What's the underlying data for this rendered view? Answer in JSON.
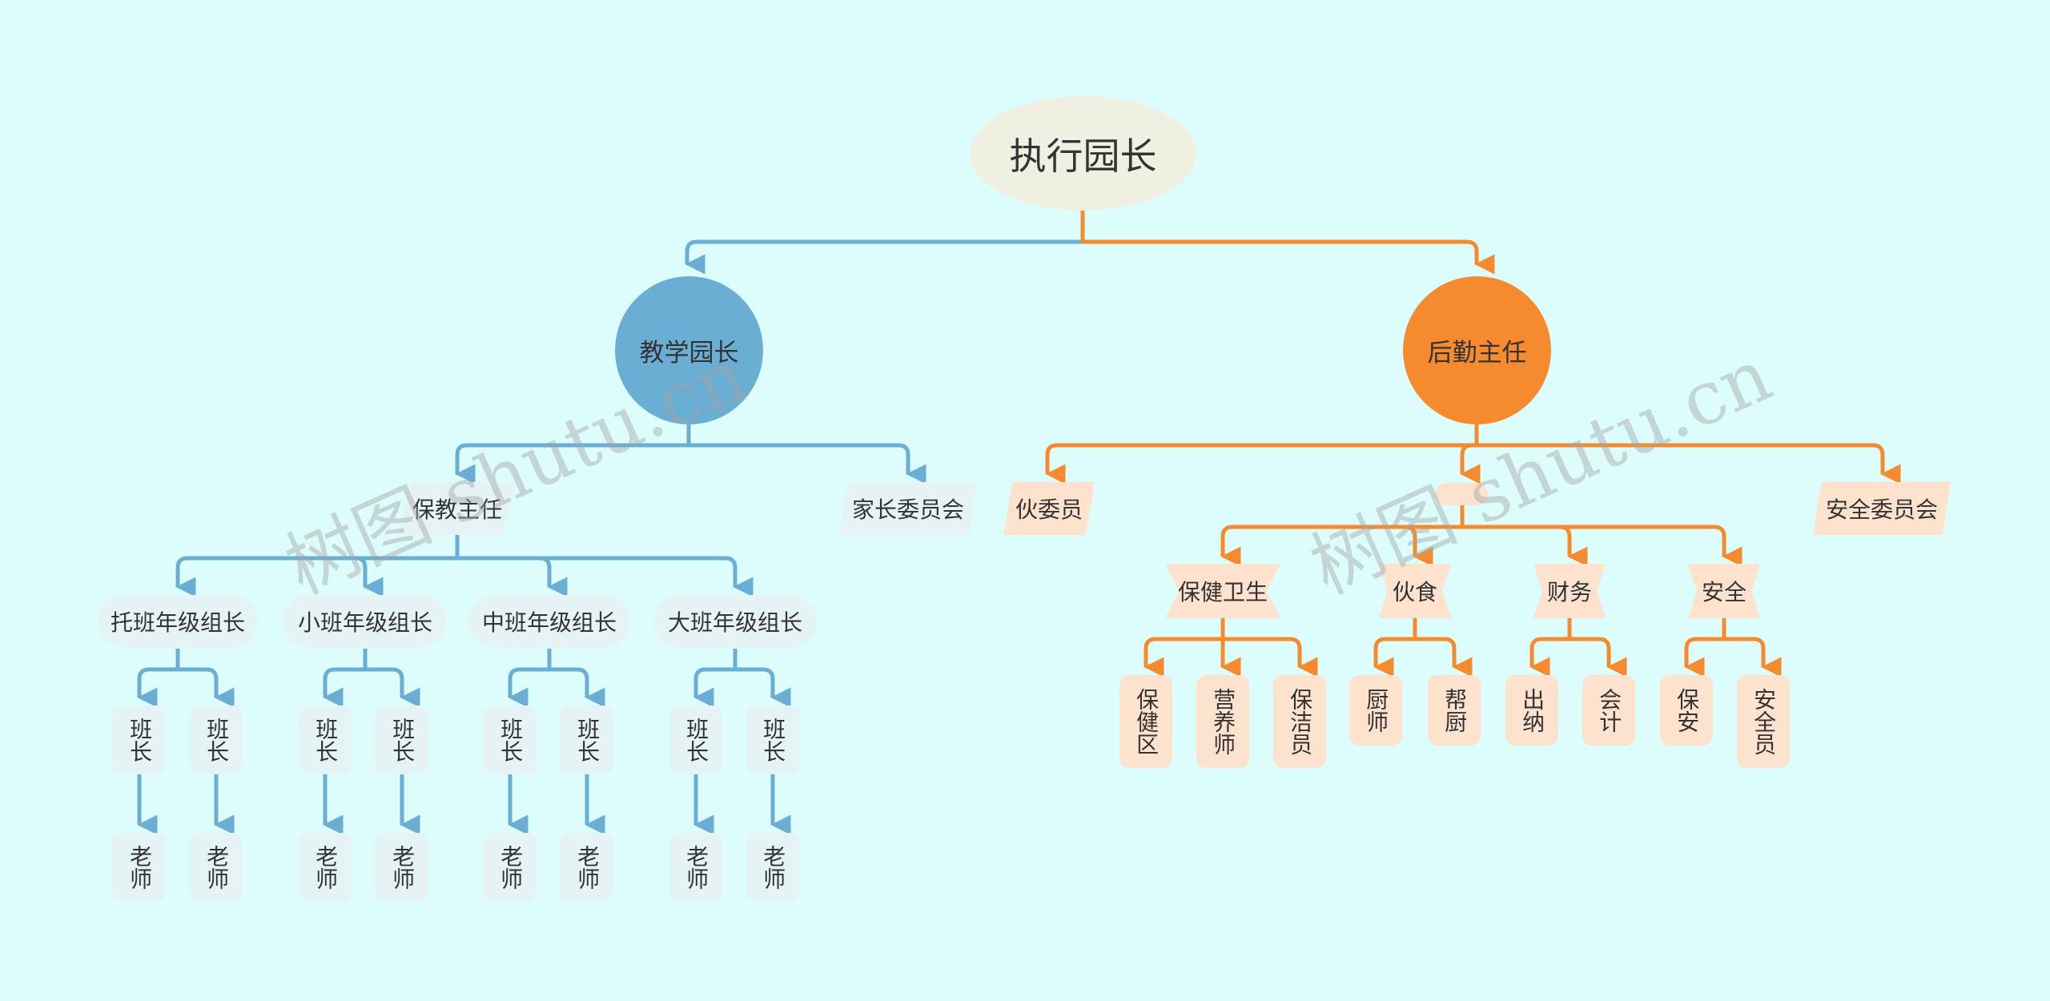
{
  "root": {
    "label": "执行园长"
  },
  "teaching": {
    "label": "教学园长",
    "head": "保教主任",
    "committee": "家长委员会",
    "grades": [
      "托班年级组长",
      "小班年级组长",
      "中班年级组长",
      "大班年级组长"
    ],
    "monitor_label": "班长",
    "teacher_label": "老师"
  },
  "logistics": {
    "label": "后勤主任",
    "left": "伙委员",
    "middle": "",
    "right": "安全委员会",
    "groups": [
      {
        "label": "保健卫生",
        "children": [
          "保健区",
          "营养师",
          "保洁员"
        ]
      },
      {
        "label": "伙食",
        "children": [
          "厨师",
          "帮厨"
        ]
      },
      {
        "label": "财务",
        "children": [
          "出纳",
          "会计"
        ]
      },
      {
        "label": "安全",
        "children": [
          "保安",
          "安全员"
        ]
      }
    ]
  },
  "watermark": "树图 shutu.cn",
  "colors": {
    "background": "#dcfdfb",
    "blue": "#6aaed4",
    "orange": "#f58b2e",
    "blue_light": "#e6f3f5",
    "orange_light": "#fde3cd",
    "root_fill": "#efefe2"
  }
}
